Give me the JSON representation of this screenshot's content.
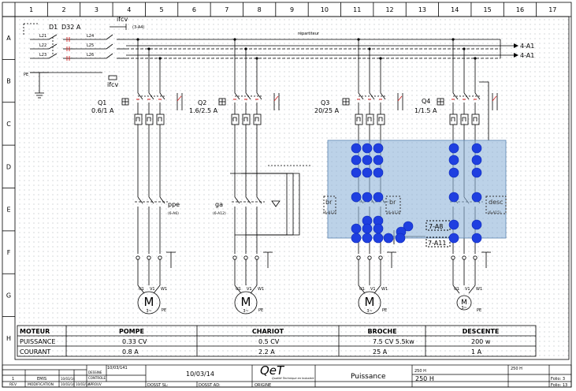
{
  "grid": {
    "columns": [
      "1",
      "2",
      "3",
      "4",
      "5",
      "6",
      "7",
      "8",
      "9",
      "10",
      "11",
      "12",
      "13",
      "14",
      "15",
      "16",
      "17"
    ],
    "rows": [
      "A",
      "B",
      "C",
      "D",
      "E",
      "F",
      "G",
      "H"
    ]
  },
  "labels": {
    "d1": "D1",
    "d1_rating": "D32 A",
    "ifcv_top": "ifcv",
    "ifcv_ref": "(3-A4)",
    "repartiteur": "répartiteur",
    "l21": "L21",
    "l22": "L22",
    "l23": "L23",
    "l24": "L24",
    "l25": "L25",
    "l26": "L26",
    "pe": "PE",
    "ifcv_bottom": "ifcv",
    "ref_4a1_top": "4-A1",
    "ref_4a1_bottom": "4-A1",
    "q1": "Q1",
    "q1_rating": "0.6/1 A",
    "q2": "Q2",
    "q2_rating": "1.6/2.5 A",
    "q3": "Q3",
    "q3_rating": "20/25 A",
    "q4": "Q4",
    "q4_rating": "1/1.5 A",
    "ppe": "ppe",
    "ppe_ref": "(6-A6)",
    "ga": "ga",
    "ga_ref": "(6-A12)",
    "br_left": "br",
    "br_left_ref": "(6-A12)",
    "br_mid": "br",
    "br_mid_ref": "(6-A13)",
    "desc": "desc",
    "desc_ref": "(6-A15)",
    "ref_7a8": "7-A8",
    "ref_7a11": "7-A11",
    "motor_letter": "M",
    "motor_phase": "3~",
    "motor_terminals": [
      "U1",
      "V1",
      "W1"
    ],
    "motor_pe": "PE"
  },
  "table": {
    "headers": [
      "MOTEUR",
      "POMPE",
      "CHARIOT",
      "BROCHE",
      "DESCENTE"
    ],
    "rows": [
      [
        "PUISSANCE",
        "0.33 CV",
        "0.5 CV",
        "7.5 CV  5.5kw",
        "200 w"
      ],
      [
        "COURANT",
        "0.8  A",
        "2.2 A",
        "25 A",
        "1 A"
      ]
    ]
  },
  "title_block": {
    "rev": "1",
    "rev_label": "REV",
    "emis": "EMIS",
    "modification": "MODIFICATION",
    "dates": [
      "10/03/14",
      "10/03/14",
      "10/03/14"
    ],
    "date_col": "10/03/141",
    "roles": [
      "DESSINE",
      "CONTROLE",
      "APROUV"
    ],
    "date_main": "10/03/14",
    "dossier": "DOSST SL:",
    "dossier_ad": "DOSST AD:",
    "origine": "ORIGINE",
    "logo": "QeT",
    "logo_sub": "Qualité Technique en Industrie",
    "sheet_title": "Puissance",
    "machine_a": "250 H",
    "machine_b": "250 H",
    "machine_c": "250 H",
    "folio": "Folio: 3",
    "folio_total": "Folio: 13"
  },
  "colors": {
    "line": "#000000",
    "accent_red": "#d21e1e",
    "selection_fill": "#8fb4d9",
    "handle": "#1f3fe0",
    "grid_dot": "#9aa0a6"
  }
}
